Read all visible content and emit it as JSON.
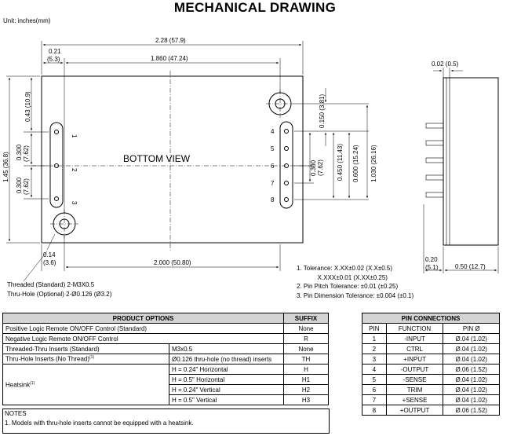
{
  "title": "MECHANICAL DRAWING",
  "unit": "Unit: inches(mm)",
  "drawing": {
    "view_label": "BOTTOM   VIEW",
    "dims": {
      "overall_width": "2.28 (57.9)",
      "d021_a": "0.21",
      "d021_b": "(5.3)",
      "d1860": "1.860 (47.24)",
      "d043": "0.43 (10.9)",
      "d0300_left_a": "0.300",
      "d0300_left_b": "(7.62)",
      "d145": "1.45 (36.8)",
      "d0300_low_a": "0.300",
      "d0300_low_b": "(7.62)",
      "d0150": "0.150 (3.81)",
      "d0300_right_a": "0.300",
      "d0300_right_b": "(7.62)",
      "d0450": "0.450 (11.43)",
      "d0600": "0.600 (15.24)",
      "d1030": "1.030 (26.16)",
      "d014_a": "0.14",
      "d014_b": "(3.6)",
      "d2000": "2.000 (50.80)",
      "d002": "0.02 (0.5)",
      "d020_a": "0.20",
      "d020_b": "(5.1)",
      "d050": "0.50 (12.7)"
    },
    "pin_numbers_left": [
      "1",
      "2",
      "3"
    ],
    "pin_numbers_right": [
      "4",
      "5",
      "6",
      "7",
      "8"
    ]
  },
  "holes": {
    "line1": "Threaded (Standard) 2-M3X0.5",
    "line2": "Thru-Hole (Optional) 2-Ø0.126 (Ø3.2)"
  },
  "tolerances": {
    "t1a": "1. Tolerance: X.XX±0.02 (X.X±0.5)",
    "t1b": "            X.XXX±0.01 (X.XX±0.25)",
    "t2": "2. Pin Pitch Tolerance: ±0.01 (±0.25)",
    "t3": "3. Pin Dimension Tolerance: ±0.004 (±0.1)"
  },
  "product_options": {
    "header": [
      "PRODUCT OPTIONS",
      "SUFFIX"
    ],
    "rows": [
      [
        "Positive Logic Remote ON/OFF Control (Standard)",
        "",
        "None"
      ],
      [
        "Negative Logic Remote ON/OFF Control",
        "",
        "R"
      ],
      [
        "Threaded-Thru Inserts (Standard)",
        "M3x0.5",
        "None"
      ],
      [
        "Thru-Hole Inserts (No Thread)",
        "Ø0.126 thru-hole (no thread) inserts",
        "TH"
      ]
    ],
    "heatsink_label": "Heatsink",
    "heatsink_rows": [
      [
        "H = 0.24\" Horizontal",
        "H"
      ],
      [
        "H = 0.5\" Horizontal",
        "H1"
      ],
      [
        "H = 0.24\" Vertical",
        "H2"
      ],
      [
        "H = 0.5\" Vertical",
        "H3"
      ]
    ],
    "notes_title": "NOTES",
    "note1": "1. Models with thru-hole inserts cannot be equipped with a heatsink."
  },
  "pin_connections": {
    "title": "PIN CONNECTIONS",
    "headers": [
      "PIN",
      "FUNCTION",
      "PIN Ø"
    ],
    "rows": [
      [
        "1",
        "-INPUT",
        "Ø.04 (1.02)"
      ],
      [
        "2",
        "CTRL",
        "Ø.04 (1.02)"
      ],
      [
        "3",
        "+INPUT",
        "Ø.04 (1.02)"
      ],
      [
        "4",
        "-OUTPUT",
        "Ø.06 (1.52)"
      ],
      [
        "5",
        "-SENSE",
        "Ø.04 (1.02)"
      ],
      [
        "6",
        "TRIM",
        "Ø.04 (1.02)"
      ],
      [
        "7",
        "+SENSE",
        "Ø.04 (1.02)"
      ],
      [
        "8",
        "+OUTPUT",
        "Ø.06 (1.52)"
      ]
    ]
  }
}
